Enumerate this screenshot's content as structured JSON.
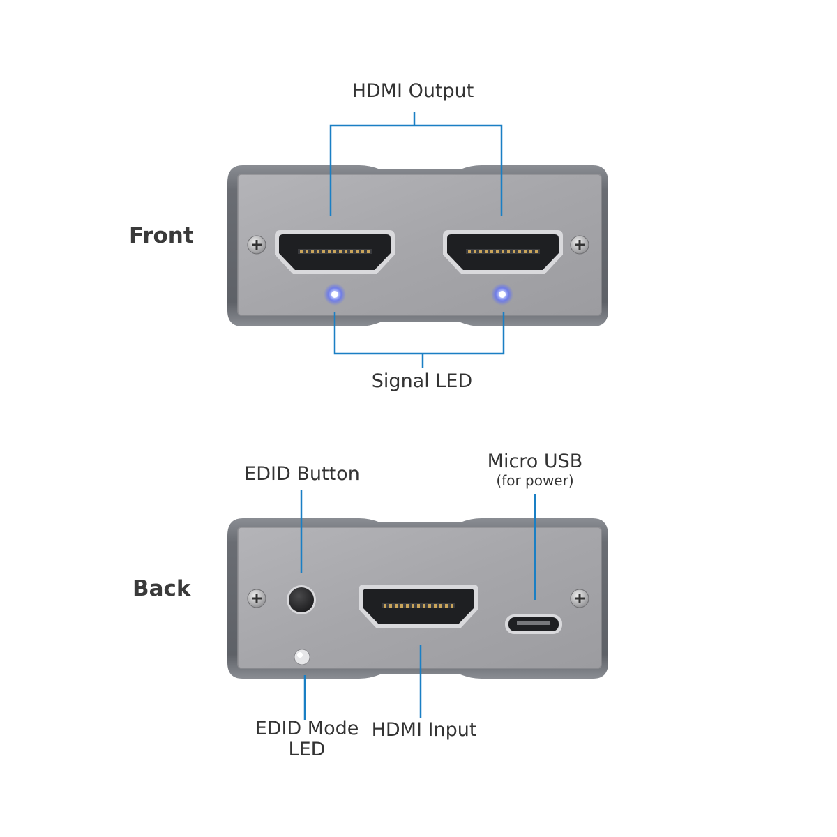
{
  "sections": {
    "front": {
      "label": "Front"
    },
    "back": {
      "label": "Back"
    }
  },
  "callouts": {
    "hdmi_output": "HDMI Output",
    "signal_led": "Signal LED",
    "edid_button": "EDID Button",
    "micro_usb": "Micro USB",
    "micro_usb_sub": "(for power)",
    "hdmi_input": "HDMI Input",
    "edid_mode_led_line1": "EDID Mode",
    "edid_mode_led_line2": "LED"
  },
  "colors": {
    "callout_line": "#1a7fc4",
    "panel": "#a8a8ac",
    "body": "#6f7278",
    "port_frame": "#1e1f22",
    "led_blue": "#3f5cff"
  }
}
